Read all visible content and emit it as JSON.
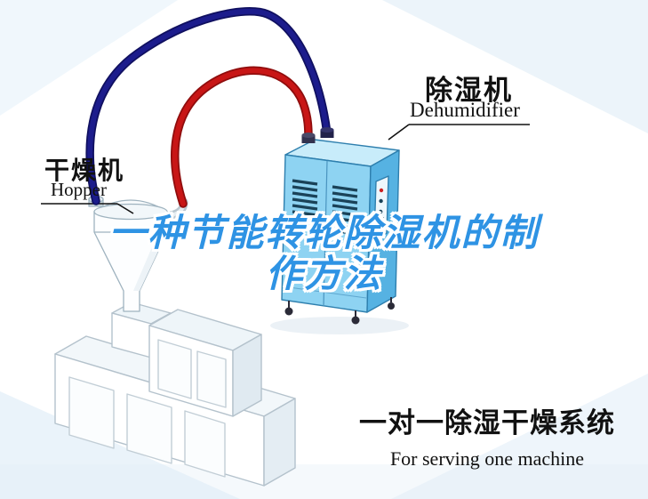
{
  "labels": {
    "dryer": {
      "cn": "干燥机",
      "en": "Hopper"
    },
    "dehumidifier": {
      "cn": "除湿机",
      "en": "Dehumidifier"
    }
  },
  "watermark": {
    "line1": "一种节能转轮除湿机的制",
    "line2": "作方法"
  },
  "caption": {
    "cn": "一对一除湿干燥系统",
    "en": "For serving one machine"
  },
  "colors": {
    "pipe_red": "#c81616",
    "pipe_red_dark": "#8f0d0d",
    "pipe_blue": "#1c1c8c",
    "pipe_blue_dark": "#101060",
    "machine_front": "#8ed3f2",
    "machine_side": "#56b2e2",
    "machine_top": "#c8ecfa",
    "machine_outline": "#2e7fae",
    "vent_dark": "#1a4258",
    "watermark_blue": "#2e93e4",
    "label_black": "#111111"
  }
}
